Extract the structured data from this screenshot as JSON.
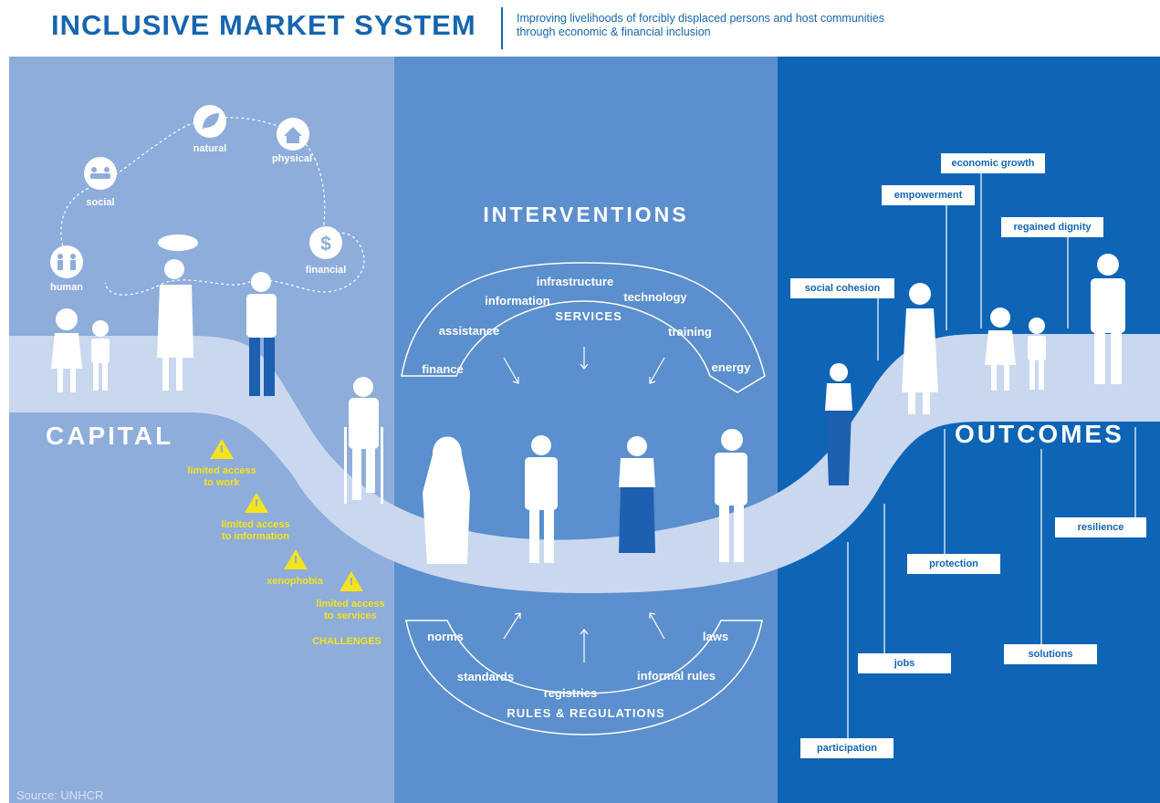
{
  "header": {
    "title": "INCLUSIVE MARKET SYSTEM",
    "subtitle_line1": "Improving livelihoods of forcibly displaced persons and host communities",
    "subtitle_line2": "through economic & financial inclusion"
  },
  "capital": {
    "title": "CAPITAL",
    "types": {
      "human": "human",
      "social": "social",
      "natural": "natural",
      "physical": "physical",
      "financial": "financial"
    },
    "challenges_title": "CHALLENGES",
    "challenges": {
      "work": [
        "limited access",
        "to work"
      ],
      "information": [
        "limited access",
        "to information"
      ],
      "xenophobia": [
        "xenophobia"
      ],
      "services": [
        "limited access",
        "to services"
      ]
    }
  },
  "interventions": {
    "title": "INTERVENTIONS",
    "services_title": "SERVICES",
    "services": {
      "finance": "finance",
      "assistance": "assistance",
      "information": "information",
      "infrastructure": "infrastructure",
      "technology": "technology",
      "training": "training",
      "energy": "energy"
    },
    "rules_title": "RULES & REGULATIONS",
    "rules": {
      "norms": "norms",
      "standards": "standards",
      "registries": "registries",
      "informal_rules": "informal rules",
      "laws": "laws"
    }
  },
  "outcomes": {
    "title": "OUTCOMES",
    "items": {
      "economic_growth": "economic growth",
      "empowerment": "empowerment",
      "regained_dignity": "regained dignity",
      "social_cohesion": "social cohesion",
      "resilience": "resilience",
      "protection": "protection",
      "solutions": "solutions",
      "jobs": "jobs",
      "participation": "participation"
    }
  },
  "footer": {
    "source": "Source: UNHCR"
  },
  "colors": {
    "capital_panel": "#8eaddb",
    "interventions_panel": "#5b8fcd",
    "outcomes_panel": "#0e64b5",
    "path": "#c9d8ef",
    "title_blue": "#1565b0",
    "warning_yellow": "#f5e31c"
  },
  "icons": [
    "human-icon",
    "social-icon",
    "natural-icon",
    "physical-icon",
    "financial-icon",
    "warning-icon",
    "person-figure"
  ]
}
